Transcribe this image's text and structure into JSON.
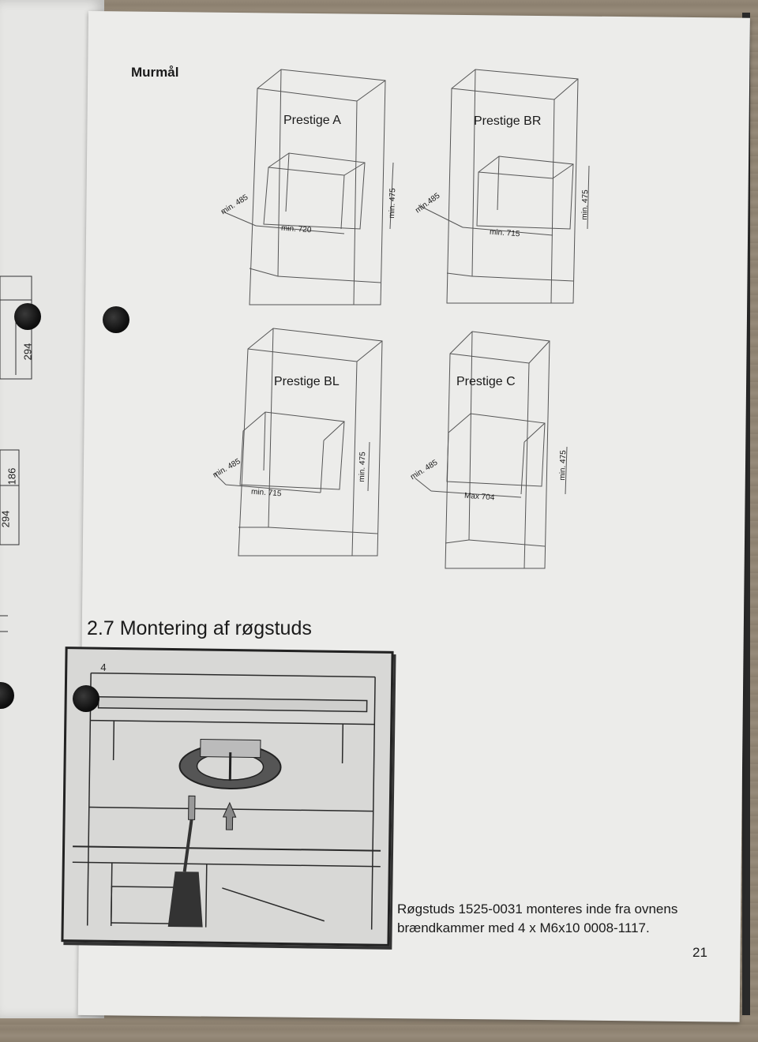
{
  "page": {
    "section_title": "Murmål",
    "heading": "2.7 Montering af røgstuds",
    "caption_line1": "Røgstuds 1525-0031 monteres inde fra ovnens",
    "caption_line2": "brændkammer med 4 x M6x10 0008-1117.",
    "page_number": "21"
  },
  "diagrams": {
    "a": {
      "title": "Prestige A",
      "depth": "min. 485",
      "width": "min. 720",
      "height": "min. 475"
    },
    "br": {
      "title": "Prestige BR",
      "depth": "min.485",
      "width": "min. 715",
      "height": "min. 475"
    },
    "bl": {
      "title": "Prestige BL",
      "depth": "min. 485",
      "width": "min. 715",
      "height": "min. 475"
    },
    "c": {
      "title": "Prestige C",
      "depth": "min. 485",
      "width": "Max 704",
      "height": "min. 475"
    }
  },
  "left_page": {
    "dim1": "294",
    "dim2": "186",
    "dim3": "294"
  },
  "photo": {
    "step_number": "4"
  }
}
